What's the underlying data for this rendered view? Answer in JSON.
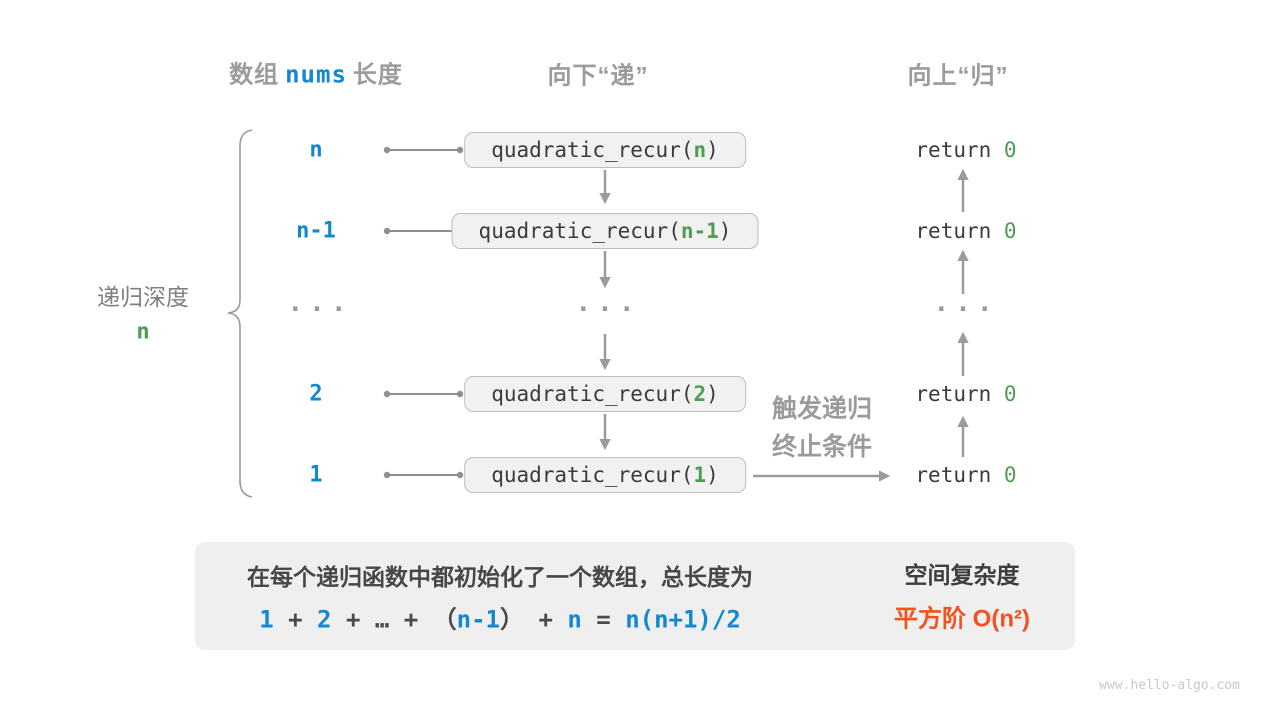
{
  "colors": {
    "accent_blue": "#1287d2",
    "accent_green": "#4e9d52",
    "accent_orange": "#f4511e",
    "label_gray": "#9b9b9b",
    "code_text": "#3b3b3b",
    "box_background": "#f1f1f1",
    "box_border": "#bdbdbd",
    "panel_background": "#efefef"
  },
  "headers": {
    "col1_pre": "数组",
    "col1_code": "nums",
    "col1_post": "长度",
    "col2": "向下“递”",
    "col3": "向上“归”"
  },
  "depth_brace": {
    "title": "递归深度",
    "value": "n"
  },
  "code": {
    "fn_prefix": "quadratic_recur(",
    "fn_suffix": ")",
    "return_kw": "return",
    "return_val": "0"
  },
  "rows": [
    {
      "depth": "n",
      "arg": "n"
    },
    {
      "depth": "n-1",
      "arg": "n-1"
    },
    {
      "ellipsis": "..."
    },
    {
      "depth": "2",
      "arg": "2"
    },
    {
      "depth": "1",
      "arg": "1"
    }
  ],
  "termination": {
    "line1": "触发递归",
    "line2": "终止条件"
  },
  "summary": {
    "line1": "在每个递归函数中都初始化了一个数组，总长度为",
    "formula": {
      "t1": "1",
      "op1": "+",
      "t2": "2",
      "op2": "+",
      "dots": "…",
      "op3": "+",
      "p_open": "（",
      "t3": "n-1",
      "p_close": "）",
      "op4": "+",
      "t4": "n",
      "eq": "=",
      "t5": "n(n+1)/2"
    },
    "result_title": "空间复杂度",
    "result_value": "平方阶 O(n²)"
  },
  "watermark": "www.hello-algo.com"
}
